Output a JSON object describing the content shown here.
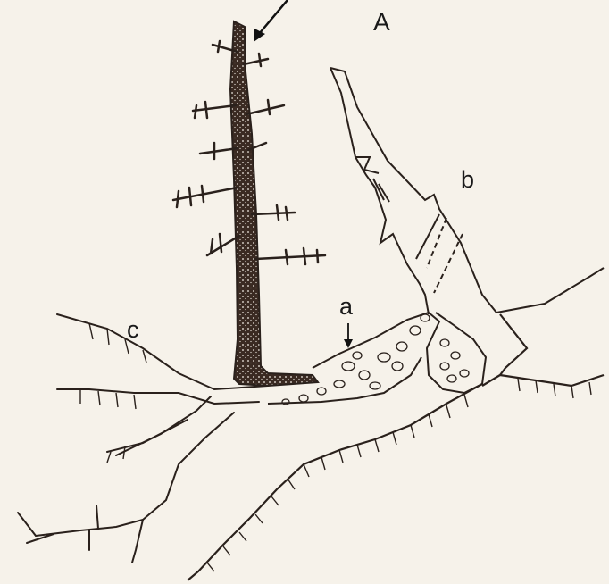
{
  "labels": {
    "A": "A",
    "a": "a",
    "b": "b",
    "c": "c"
  },
  "colors": {
    "ink": "#2a211c",
    "paper": "#f6f2ea",
    "trunk": "#3a2a22"
  }
}
